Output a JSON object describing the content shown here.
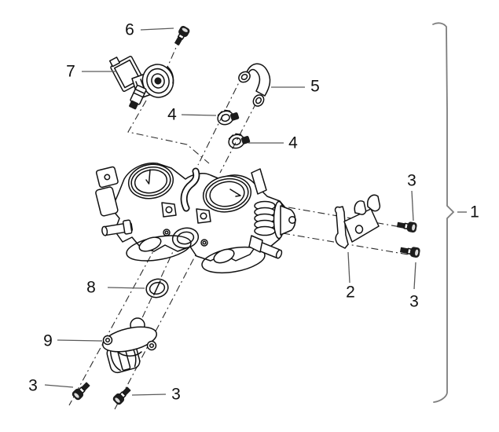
{
  "diagram": {
    "kind": "exploded-parts-diagram",
    "background_color": "#ffffff",
    "line_color": "#111111",
    "brace_color": "#7d7d7d"
  },
  "callouts": [
    {
      "label": "6"
    },
    {
      "label": "7"
    },
    {
      "label": "5"
    },
    {
      "label": "4"
    },
    {
      "label": "4"
    },
    {
      "label": "3"
    },
    {
      "label": "1"
    },
    {
      "label": "2"
    },
    {
      "label": "3"
    },
    {
      "label": "8"
    },
    {
      "label": "9"
    },
    {
      "label": "3"
    },
    {
      "label": "3"
    }
  ]
}
